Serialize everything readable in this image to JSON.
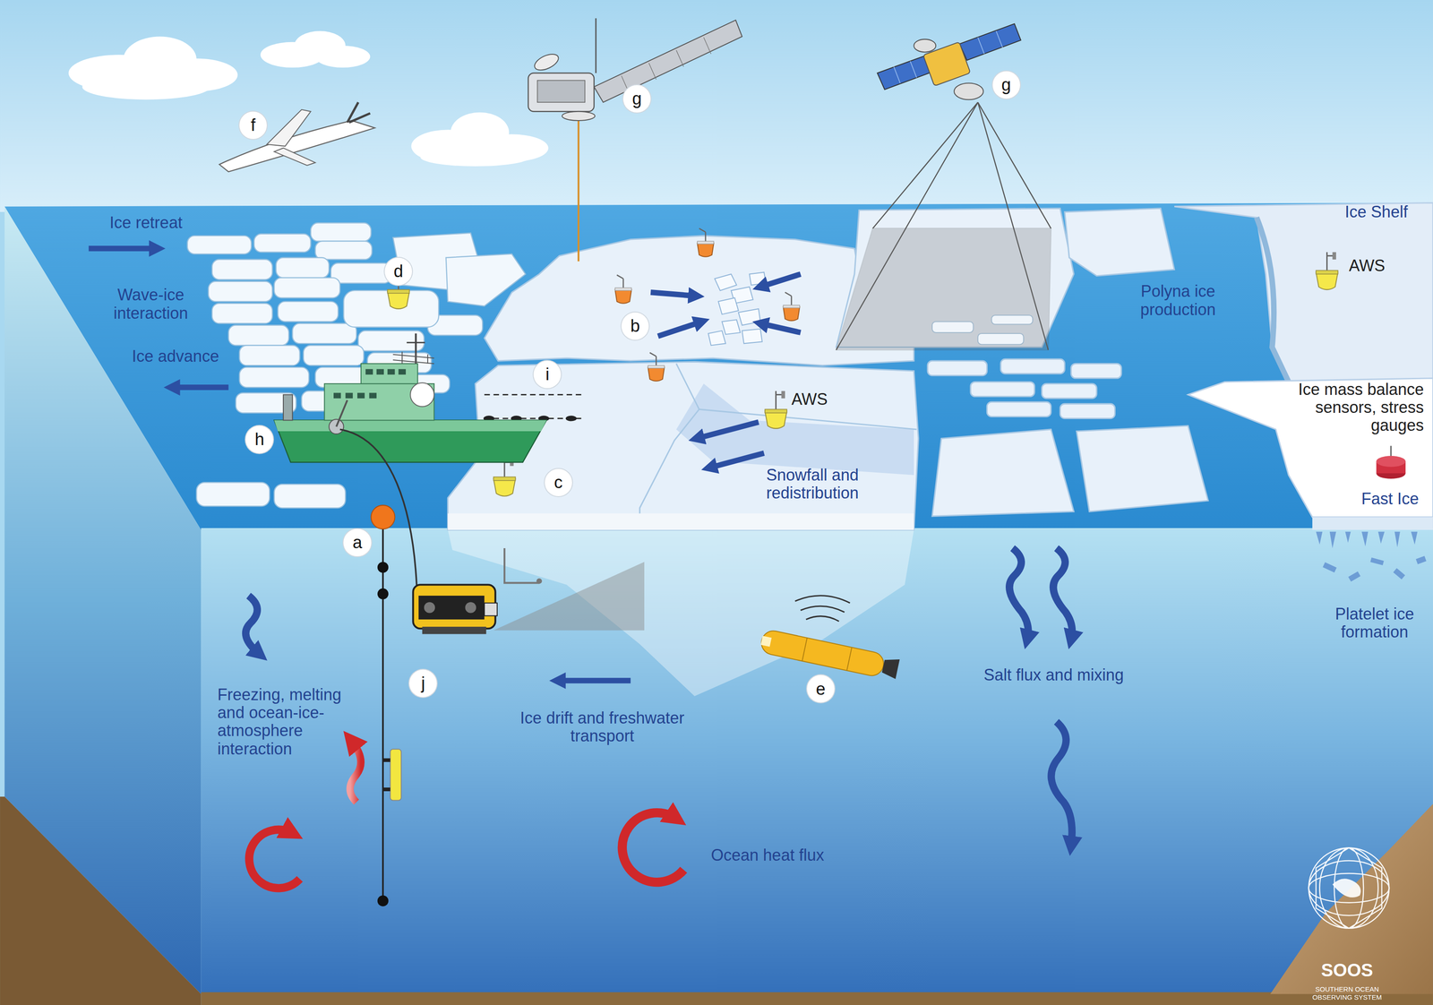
{
  "diagram": {
    "labels": [
      "Ice retreat",
      "Wave-ice interaction",
      "Ice advance",
      "d",
      "b",
      "i",
      "h",
      "c",
      "AWS",
      "Snowfall and redistribution",
      "Polyna ice production",
      "Ice Shelf",
      "AWS",
      "Ice mass balance sensors, stress gauges",
      "Fast Ice",
      "Platelet ice formation",
      "f",
      "g",
      "g",
      "a",
      "j",
      "e",
      "Freezing, melting and ocean-ice-atmosphere interaction",
      "Ice drift and freshwater transport",
      "Salt flux and mixing",
      "Ocean heat flux",
      "SOOS",
      "SOUTHERN OCEAN OBSERVING SYSTEM"
    ]
  }
}
